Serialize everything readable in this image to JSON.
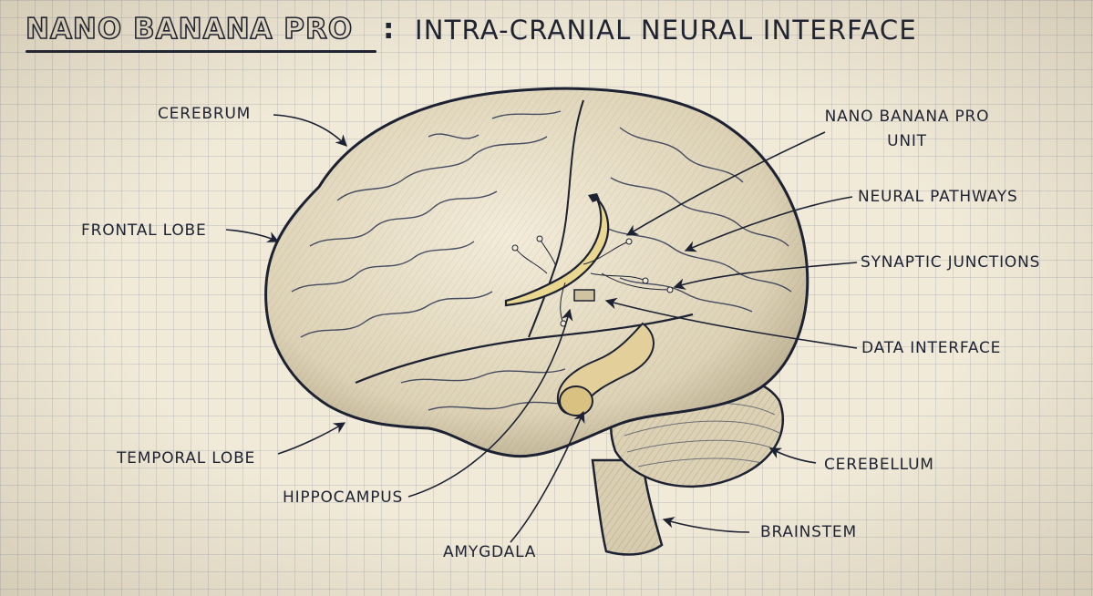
{
  "title": {
    "brand": "NANO BANANA PRO",
    "separator": ":",
    "subtitle": "INTRA-CRANIAL NEURAL INTERFACE"
  },
  "labels": {
    "cerebrum": "CEREBRUM",
    "frontal_lobe": "FRONTAL LOBE",
    "temporal_lobe": "TEMPORAL LOBE",
    "hippocampus": "HIPPOCAMPUS",
    "amygdala": "AMYGDALA",
    "nano_unit_line1": "NANO BANANA PRO",
    "nano_unit_line2": "UNIT",
    "neural_pathways": "NEURAL PATHWAYS",
    "synaptic_junctions": "SYNAPTIC JUNCTIONS",
    "data_interface": "DATA INTERFACE",
    "cerebellum": "CEREBELLUM",
    "brainstem": "BRAINSTEM"
  },
  "colors": {
    "ink": "#1d2233",
    "paper": "#f1ead8",
    "banana": "#e6d59a"
  }
}
